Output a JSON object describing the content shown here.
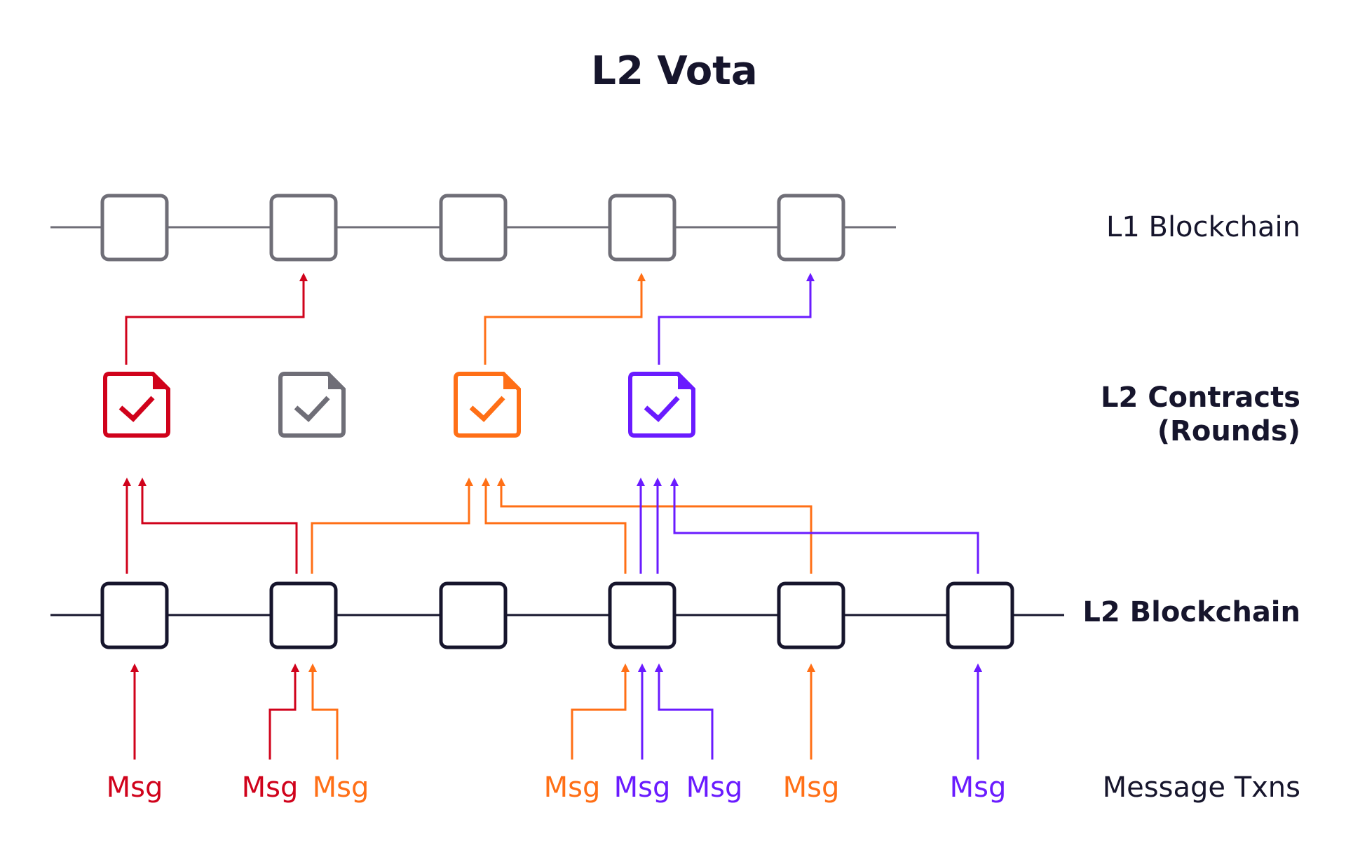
{
  "title": "L2 Vota",
  "labels": {
    "l1": "L1 Blockchain",
    "contracts_line1": "L2 Contracts",
    "contracts_line2": "(Rounds)",
    "l2": "L2 Blockchain",
    "messages": "Message Txns"
  },
  "msg_label": "Msg",
  "colors": {
    "red": "#d0021b",
    "orange": "#ff6f16",
    "purple": "#6a1bff",
    "gray": "#6f6e77",
    "dark": "#16152c",
    "l1_line": "#6f6e77"
  },
  "contract_colors": [
    "red",
    "gray",
    "orange",
    "purple"
  ],
  "message_colors": [
    "red",
    "red",
    "orange",
    "orange",
    "purple",
    "purple",
    "orange",
    "purple"
  ],
  "icons": {
    "contract": "document-check-icon",
    "block": "block-square-icon"
  }
}
